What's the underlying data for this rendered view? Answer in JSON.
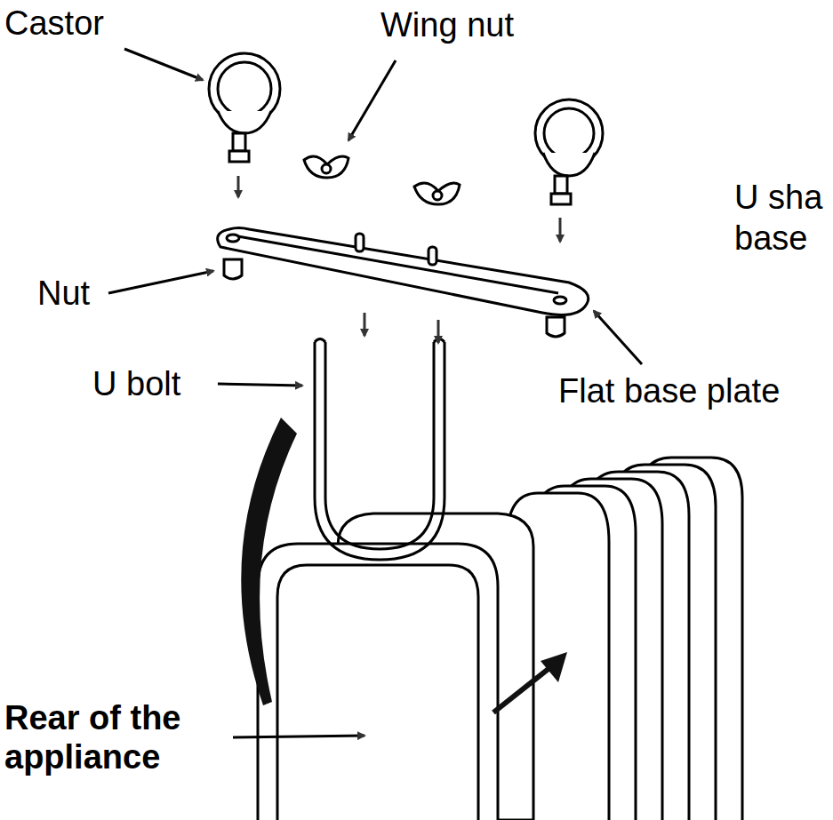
{
  "diagram": {
    "labels": [
      "Castor",
      "Wing nut",
      "U sha",
      "base",
      "Nut",
      "U bolt",
      "Flat base plate",
      "Rear of the appliance"
    ]
  }
}
